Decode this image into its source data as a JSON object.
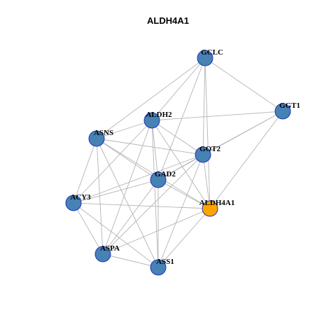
{
  "title": "ALDH4A1",
  "colors": {
    "node_default": "#4682b4",
    "node_highlight": "#ffa500",
    "node_border": "#2233bb",
    "edge": "#b4b4b4"
  },
  "nodes": [
    {
      "id": "GCLC",
      "label": "GCLC",
      "highlight": false
    },
    {
      "id": "GGT1",
      "label": "GGT1",
      "highlight": false
    },
    {
      "id": "ALDH2",
      "label": "ALDH2",
      "highlight": false
    },
    {
      "id": "ASNS",
      "label": "ASNS",
      "highlight": false
    },
    {
      "id": "GOT2",
      "label": "GOT2",
      "highlight": false
    },
    {
      "id": "GAD2",
      "label": "GAD2",
      "highlight": false
    },
    {
      "id": "ACY3",
      "label": "ACY3",
      "highlight": false
    },
    {
      "id": "ALDH4A1",
      "label": "ALDH4A1",
      "highlight": true
    },
    {
      "id": "ASPA",
      "label": "ASPA",
      "highlight": false
    },
    {
      "id": "ASS1",
      "label": "ASS1",
      "highlight": false
    }
  ],
  "edges": [
    [
      "GCLC",
      "GGT1"
    ],
    [
      "GCLC",
      "ASNS"
    ],
    [
      "GCLC",
      "ALDH2"
    ],
    [
      "GCLC",
      "GOT2"
    ],
    [
      "GCLC",
      "GAD2"
    ],
    [
      "GCLC",
      "ALDH4A1"
    ],
    [
      "GGT1",
      "ALDH2"
    ],
    [
      "GGT1",
      "GOT2"
    ],
    [
      "GGT1",
      "GAD2"
    ],
    [
      "GGT1",
      "ALDH4A1"
    ],
    [
      "ALDH2",
      "ASNS"
    ],
    [
      "ALDH2",
      "GOT2"
    ],
    [
      "ALDH2",
      "GAD2"
    ],
    [
      "ALDH2",
      "ALDH4A1"
    ],
    [
      "ALDH2",
      "ACY3"
    ],
    [
      "ALDH2",
      "ASPA"
    ],
    [
      "ALDH2",
      "ASS1"
    ],
    [
      "ASNS",
      "GOT2"
    ],
    [
      "ASNS",
      "GAD2"
    ],
    [
      "ASNS",
      "ALDH4A1"
    ],
    [
      "ASNS",
      "ACY3"
    ],
    [
      "ASNS",
      "ASPA"
    ],
    [
      "ASNS",
      "ASS1"
    ],
    [
      "GOT2",
      "GAD2"
    ],
    [
      "GOT2",
      "ALDH4A1"
    ],
    [
      "GOT2",
      "ACY3"
    ],
    [
      "GOT2",
      "ASPA"
    ],
    [
      "GOT2",
      "ASS1"
    ],
    [
      "GAD2",
      "ALDH4A1"
    ],
    [
      "GAD2",
      "ACY3"
    ],
    [
      "GAD2",
      "ASPA"
    ],
    [
      "GAD2",
      "ASS1"
    ],
    [
      "ACY3",
      "ALDH4A1"
    ],
    [
      "ACY3",
      "ASPA"
    ],
    [
      "ACY3",
      "ASS1"
    ],
    [
      "ALDH4A1",
      "ASPA"
    ],
    [
      "ALDH4A1",
      "ASS1"
    ],
    [
      "ASPA",
      "ASS1"
    ]
  ]
}
